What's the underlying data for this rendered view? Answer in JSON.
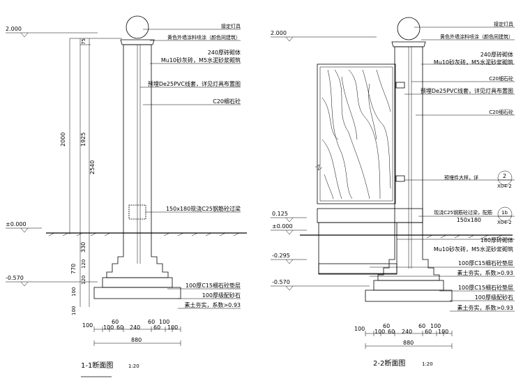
{
  "left": {
    "title": "1-1断面图",
    "scale": "1:20",
    "levels": {
      "top": "2.000",
      "ground": "±0.000",
      "bottom": "-0.570"
    },
    "labels": {
      "lamp": "接定灯具",
      "paint": "黄色外墙涂料喷涂（颜色同建筑）",
      "brick1": "240厚砖砌体",
      "brick2": "Mu10砂灰砖，M5水泥砂浆砌筑",
      "pvc": "预埋De25PVC线套，详见灯具布置图",
      "fill": "C20细石砼",
      "beam": "150x180现浇C25钢筋砼过梁",
      "cushion": "100厚C15细石砼垫层",
      "gravel": "100厚级配砂石",
      "soil": "素土夯实，系数>0.93"
    },
    "dims_vertical": [
      "2000",
      "75",
      "1925",
      "2540",
      "330",
      "770",
      "120",
      "120",
      "100",
      "100"
    ],
    "dims_bottom_row1": [
      "60",
      "60",
      "100"
    ],
    "dims_bottom_row2": [
      "100",
      "100",
      "60",
      "240",
      "60",
      "100"
    ],
    "dims_total": "880"
  },
  "right": {
    "title": "2-2断面图",
    "scale": "1:20",
    "levels": {
      "top": "2.000",
      "l1": "0.125",
      "ground": "±0.000",
      "l3": "-0.295",
      "bottom": "-0.570"
    },
    "labels": {
      "lamp": "接定灯具",
      "paint": "黄色外墙涂料喷涂（颜色同建筑）",
      "brick1": "240厚砖砌体",
      "brick2": "Mu10砂灰砖，M5水泥砂浆砌筑",
      "c20a": "C20细石砼",
      "pvc": "预埋De25PVC线套，详见灯具布置图",
      "c20b": "C20细石砼",
      "embed": "预埋件大样，详",
      "ref1_num": "2",
      "ref1_sheet": "X04-2",
      "beam": "现浇C25钢筋砼过梁，配筋",
      "beam_size": "150x180",
      "ref2_num": "1b",
      "ref2_sheet": "X04-2",
      "brick180": "180厚砖砌体",
      "brick3": "Mu10砂灰砖，M5水泥砂浆砌筑",
      "cushion1": "100厚C15细石砼垫层",
      "soil1": "素土夯实，系数>0.93",
      "cushion2": "100厚C15细石砼垫层",
      "gravel": "100厚级配砂石",
      "soil2": "素土夯实，系数>0.93"
    },
    "dims_bottom_row1": [
      "60",
      "60",
      "100"
    ],
    "dims_bottom_row2": [
      "100",
      "100",
      "60",
      "240",
      "60",
      "100"
    ],
    "dims_total": "880"
  }
}
